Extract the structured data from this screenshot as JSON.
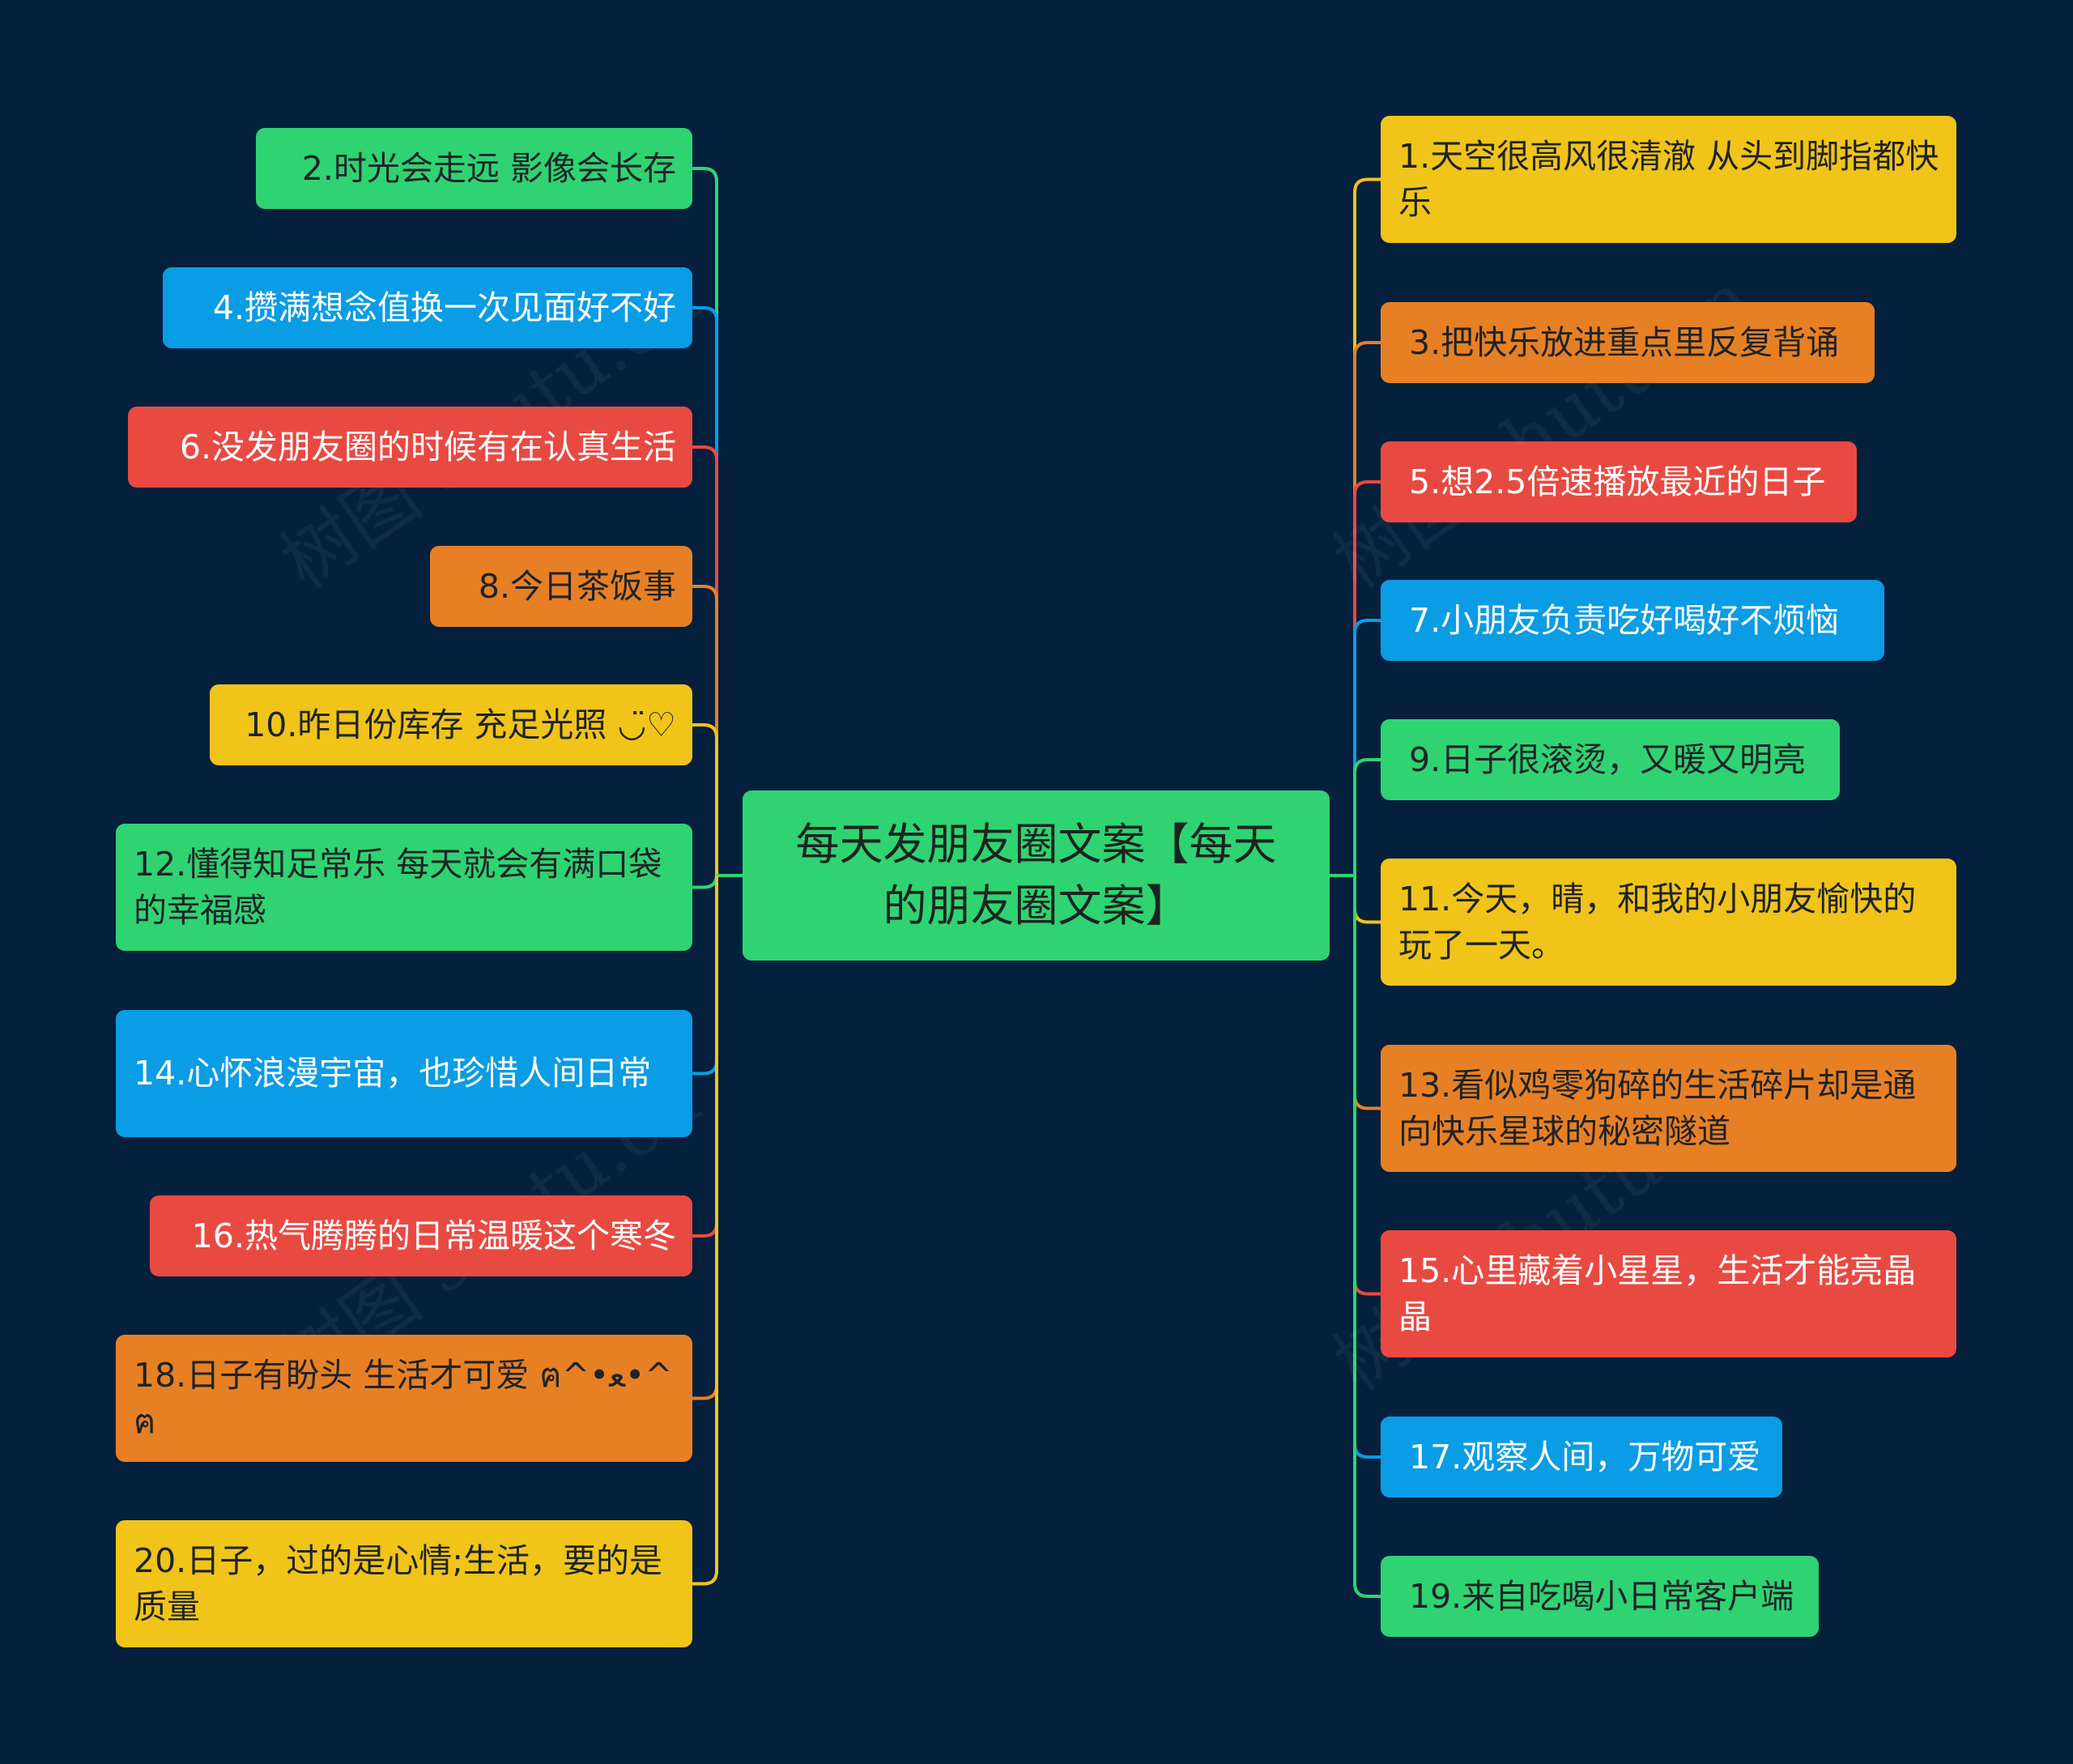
{
  "root": {
    "label": "每天发朋友圈文案【每天的朋友圈文案】",
    "color": "#2fd372"
  },
  "left_nodes": [
    {
      "label": "2.时光会走远 影像会长存",
      "color": "green"
    },
    {
      "label": "4.攒满想念值换一次见面好不好",
      "color": "blue"
    },
    {
      "label": "6.没发朋友圈的时候有在认真生活",
      "color": "red"
    },
    {
      "label": "8.今日茶饭事",
      "color": "orange"
    },
    {
      "label": "10.昨日份库存 充足光照 ◡̈♡",
      "color": "yellow"
    },
    {
      "label": "12.懂得知足常乐 每天就会有满口袋的幸福感",
      "color": "green"
    },
    {
      "label": "14.心怀浪漫宇宙，也珍惜人间日常",
      "color": "blue"
    },
    {
      "label": "16.热气腾腾的日常温暖这个寒冬",
      "color": "red"
    },
    {
      "label": "18.日子有盼头 生活才可爱 ฅ^•ﻌ•^ฅ",
      "color": "orange"
    },
    {
      "label": "20.日子，过的是心情;生活，要的是质量",
      "color": "yellow"
    }
  ],
  "right_nodes": [
    {
      "label": "1.天空很高风很清澈 从头到脚指都快乐",
      "color": "yellow"
    },
    {
      "label": "3.把快乐放进重点里反复背诵",
      "color": "orange"
    },
    {
      "label": "5.想2.5倍速播放最近的日子",
      "color": "red"
    },
    {
      "label": "7.小朋友负责吃好喝好不烦恼",
      "color": "blue"
    },
    {
      "label": "9.日子很滚烫，又暖又明亮",
      "color": "green"
    },
    {
      "label": "11.今天，晴，和我的小朋友愉快的玩了一天。",
      "color": "yellow"
    },
    {
      "label": "13.看似鸡零狗碎的生活碎片却是通向快乐星球的秘密隧道",
      "color": "orange"
    },
    {
      "label": "15.心里藏着小星星，生活才能亮晶晶",
      "color": "red"
    },
    {
      "label": "17.观察人间，万物可爱",
      "color": "blue"
    },
    {
      "label": "19.来自吃喝小日常客户端",
      "color": "green"
    }
  ],
  "palette": {
    "background": "#04203d",
    "green": "#2fd372",
    "blue": "#0a9ce4",
    "red": "#e84a42",
    "orange": "#e78024",
    "yellow": "#f0c419"
  },
  "watermark": "树图 shutu.cn"
}
